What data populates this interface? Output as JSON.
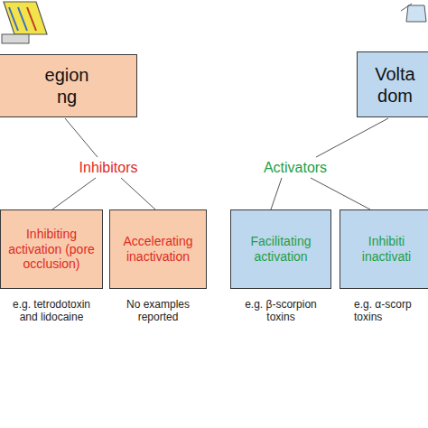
{
  "diagram": {
    "nodes": [
      {
        "text": [
          "egion ng"
        ]
      },
      {
        "text": [
          "Volta dom"
        ]
      },
      {
        "text": [
          "Inhibiting activation (pore occlusion)"
        ]
      },
      {
        "text": [
          "Accelerating inactivation"
        ]
      },
      {
        "text": [
          "Facilitating activation"
        ]
      },
      {
        "text": [
          "Inhibiti inactivati"
        ]
      }
    ],
    "labels": [
      "Inhibitors",
      "Activators",
      "e.g. tetrodotoxin and lidocaine",
      "No examples reported",
      "e.g. β-scorpion toxins",
      "e.g. α-scorp toxins"
    ]
  }
}
